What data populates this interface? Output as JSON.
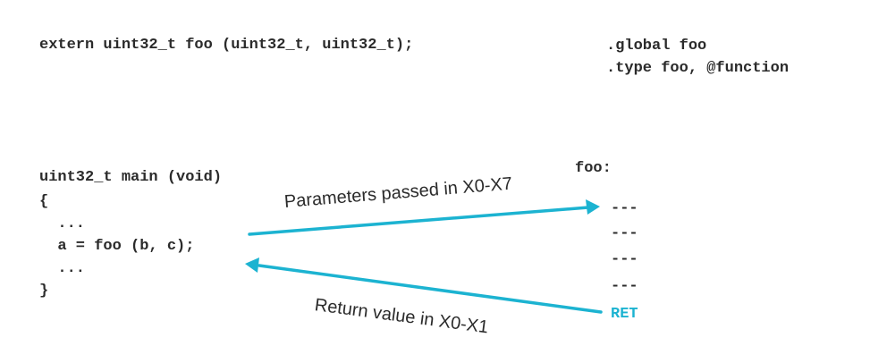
{
  "c_code": {
    "extern_decl": "extern uint32_t foo (uint32_t, uint32_t);",
    "main_sig": "uint32_t main (void)",
    "open_brace": "{",
    "ellipsis_1": "  ...",
    "call_line": "  a = foo (b, c);",
    "ellipsis_2": "  ...",
    "close_brace": "}"
  },
  "asm_code": {
    "global_dir": ".global foo",
    "type_dir": ".type foo, @function",
    "label": "foo:",
    "body": [
      "---",
      "---",
      "---",
      "---"
    ],
    "ret": "RET"
  },
  "annotations": {
    "params": "Parameters passed in X0-X7",
    "return": "Return value in X0-X1"
  },
  "colors": {
    "arrow": "#1cb3d1",
    "text": "#2b2b2b",
    "ret": "#1cb3d1"
  }
}
